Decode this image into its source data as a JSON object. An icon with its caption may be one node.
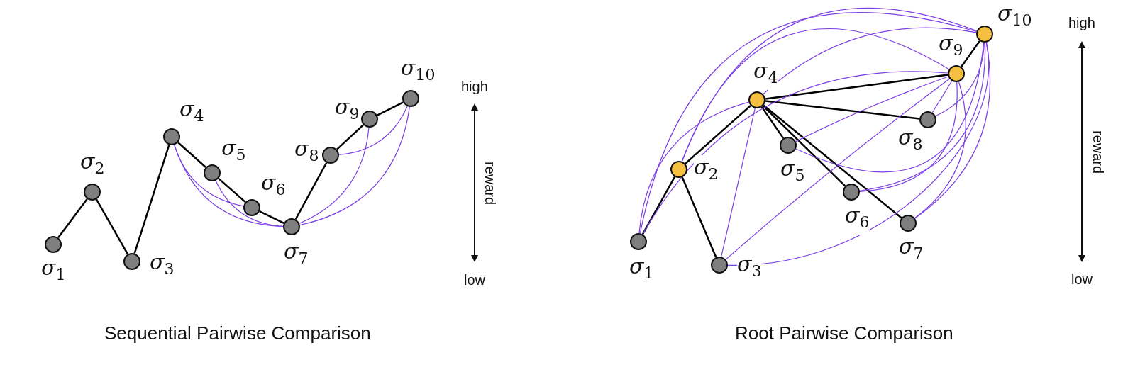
{
  "diagram": {
    "nodes": [
      {
        "text": [
          "σ$_{1}$"
        ]
      },
      {
        "text": [
          "σ$_{2}$"
        ]
      },
      {
        "text": [
          "σ$_{3}$"
        ]
      },
      {
        "text": [
          "σ$_{4}$"
        ]
      },
      {
        "text": [
          "σ$_{5}$"
        ]
      },
      {
        "text": [
          "σ$_{6}$"
        ]
      },
      {
        "text": [
          "σ$_{7}$"
        ]
      },
      {
        "text": [
          "σ$_{8}$"
        ]
      },
      {
        "text": [
          "σ$_{9}$"
        ]
      },
      {
        "text": [
          "σ$_{10}$"
        ]
      },
      {
        "text": [
          "σ$_{1}$"
        ]
      },
      {
        "text": [
          "σ$_{2}$"
        ]
      },
      {
        "text": [
          "σ$_{3}$"
        ]
      },
      {
        "text": [
          "σ$_{4}$"
        ]
      },
      {
        "text": [
          "σ$_{5}$"
        ]
      },
      {
        "text": [
          "σ$_{6}$"
        ]
      },
      {
        "text": [
          "σ$_{7}$"
        ]
      },
      {
        "text": [
          "σ$_{8}$"
        ]
      },
      {
        "text": [
          "σ$_{9}$"
        ]
      },
      {
        "text": [
          "σ$_{10}$"
        ]
      }
    ],
    "edges": [
      {
        "from": 0,
        "to": 1,
        "arrow": "none",
        "color": "#000000"
      },
      {
        "from": 1,
        "to": 2,
        "arrow": "none",
        "color": "#000000"
      },
      {
        "from": 2,
        "to": 3,
        "arrow": "none",
        "color": "#000000"
      },
      {
        "from": 3,
        "to": 4,
        "arrow": "none",
        "color": "#000000"
      },
      {
        "from": 4,
        "to": 5,
        "arrow": "none",
        "color": "#000000"
      },
      {
        "from": 5,
        "to": 6,
        "arrow": "none",
        "color": "#000000"
      },
      {
        "from": 6,
        "to": 7,
        "arrow": "none",
        "color": "#000000"
      },
      {
        "from": 7,
        "to": 8,
        "arrow": "none",
        "color": "#000000"
      },
      {
        "from": 8,
        "to": 9,
        "arrow": "none",
        "color": "#000000"
      },
      {
        "from": 3,
        "to": 5,
        "arrow": "none",
        "color": "#7b3fe4"
      },
      {
        "from": 3,
        "to": 6,
        "arrow": "none",
        "color": "#7b3fe4"
      },
      {
        "from": 4,
        "to": 6,
        "arrow": "none",
        "color": "#7b3fe4"
      },
      {
        "from": 6,
        "to": 8,
        "arrow": "none",
        "color": "#7b3fe4"
      },
      {
        "from": 6,
        "to": 9,
        "arrow": "none",
        "color": "#7b3fe4"
      },
      {
        "from": 7,
        "to": 9,
        "arrow": "none",
        "color": "#7b3fe4"
      },
      {
        "from": 10,
        "to": 11,
        "arrow": "none",
        "color": "#000000"
      },
      {
        "from": 11,
        "to": 12,
        "arrow": "none",
        "color": "#000000"
      },
      {
        "from": 11,
        "to": 13,
        "arrow": "none",
        "color": "#000000"
      },
      {
        "from": 13,
        "to": 14,
        "arrow": "none",
        "color": "#000000"
      },
      {
        "from": 13,
        "to": 15,
        "arrow": "none",
        "color": "#000000"
      },
      {
        "from": 13,
        "to": 16,
        "arrow": "none",
        "color": "#000000"
      },
      {
        "from": 13,
        "to": 17,
        "arrow": "none",
        "color": "#000000"
      },
      {
        "from": 13,
        "to": 18,
        "arrow": "none",
        "color": "#000000"
      },
      {
        "from": 18,
        "to": 19,
        "arrow": "none",
        "color": "#000000"
      },
      {
        "from": 10,
        "to": 13,
        "arrow": "none",
        "color": "#7b3fe4"
      },
      {
        "from": 10,
        "to": 18,
        "arrow": "none",
        "color": "#7b3fe4"
      },
      {
        "from": 10,
        "to": 19,
        "arrow": "none",
        "color": "#7b3fe4"
      },
      {
        "from": 11,
        "to": 18,
        "arrow": "none",
        "color": "#7b3fe4"
      },
      {
        "from": 11,
        "to": 19,
        "arrow": "none",
        "color": "#7b3fe4"
      },
      {
        "from": 12,
        "to": 13,
        "arrow": "none",
        "color": "#7b3fe4"
      },
      {
        "from": 12,
        "to": 18,
        "arrow": "none",
        "color": "#7b3fe4"
      },
      {
        "from": 12,
        "to": 19,
        "arrow": "none",
        "color": "#7b3fe4"
      },
      {
        "from": 13,
        "to": 19,
        "arrow": "none",
        "color": "#7b3fe4"
      },
      {
        "from": 14,
        "to": 18,
        "arrow": "none",
        "color": "#7b3fe4"
      },
      {
        "from": 14,
        "to": 19,
        "arrow": "none",
        "color": "#7b3fe4"
      },
      {
        "from": 15,
        "to": 18,
        "arrow": "none",
        "color": "#7b3fe4"
      },
      {
        "from": 15,
        "to": 19,
        "arrow": "none",
        "color": "#7b3fe4"
      },
      {
        "from": 16,
        "to": 18,
        "arrow": "none",
        "color": "#7b3fe4"
      },
      {
        "from": 16,
        "to": 19,
        "arrow": "none",
        "color": "#7b3fe4"
      },
      {
        "from": 17,
        "to": 18,
        "arrow": "none",
        "color": "#7b3fe4"
      },
      {
        "from": 17,
        "to": 19,
        "arrow": "none",
        "color": "#7b3fe4"
      }
    ],
    "labels": [
      "high",
      "reward",
      "low",
      "high",
      "reward",
      "low",
      "Sequential Pairwise Comparison",
      "Root Pairwise Comparison"
    ]
  }
}
